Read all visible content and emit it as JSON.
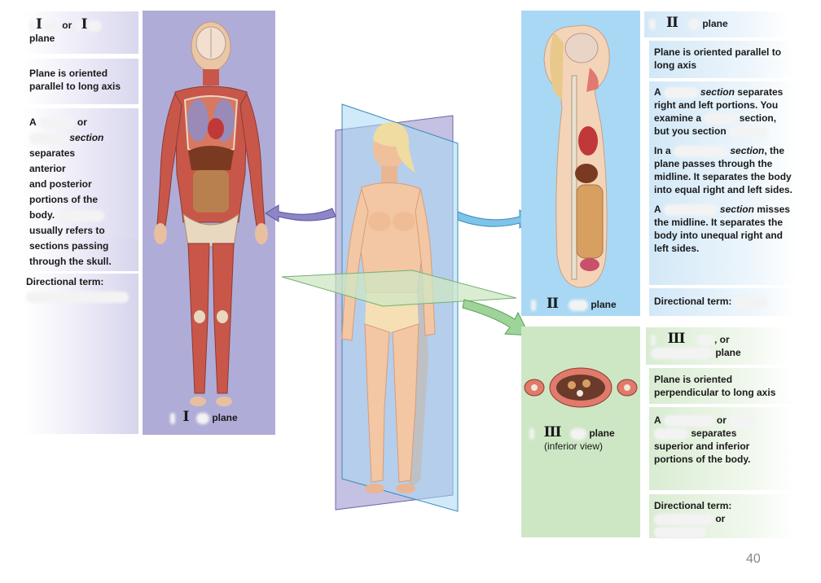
{
  "frontal": {
    "numeral": "I",
    "numeral_2": "I",
    "title_or": "or",
    "title_plane": "plane",
    "orientation": "Plane is oriented parallel to long axis",
    "desc_a": "A",
    "desc_or": "or",
    "desc_section": "section",
    "desc_lines": [
      "separates",
      "anterior",
      "and posterior",
      "portions of the",
      "body."
    ],
    "desc_tail_1": "usually refers to",
    "desc_tail_2": "sections passing",
    "desc_tail_3": "through the skull.",
    "directional": "Directional term:",
    "caption_numeral": "I",
    "caption_plane": "plane"
  },
  "sagittal": {
    "numeral": "II",
    "title_plane": "plane",
    "orientation": "Plane is oriented parallel to long axis",
    "section_a": "A",
    "section_word": "section",
    "section_rest_1": "separates right and left portions. You examine a",
    "section_rest_2": "section, but you section",
    "mid_in_a": "In a",
    "mid_section": "section",
    "mid_rest": ", the plane passes through the midline. It separates the body into equal right and left sides.",
    "para_a": "A",
    "para_section": "section",
    "para_rest": "misses the midline. It separates the body into unequal right and left sides.",
    "directional": "Directional term:",
    "caption_numeral": "II",
    "caption_plane": "plane"
  },
  "transverse": {
    "numeral": "III",
    "title_or": ", or",
    "title_plane": "plane",
    "orientation": "Plane is oriented perpendicular to long axis",
    "desc_a": "A",
    "desc_or": "or",
    "desc_separates": "separates",
    "desc_rest": "superior and inferior portions of the body.",
    "directional": "Directional term:",
    "directional_or": "or",
    "caption_numeral": "III",
    "caption_plane": "plane",
    "caption_view": "(inferior view)"
  },
  "page_number": "40",
  "colors": {
    "lavender": "#b0acd8",
    "light_blue": "#a9d8f4",
    "light_green": "#cde7c4",
    "arrow_lavender": "#8c86c6",
    "arrow_blue": "#7ec4ea",
    "arrow_green": "#9ed39a",
    "skin": "#f3c7a3",
    "muscle": "#c8574a"
  }
}
